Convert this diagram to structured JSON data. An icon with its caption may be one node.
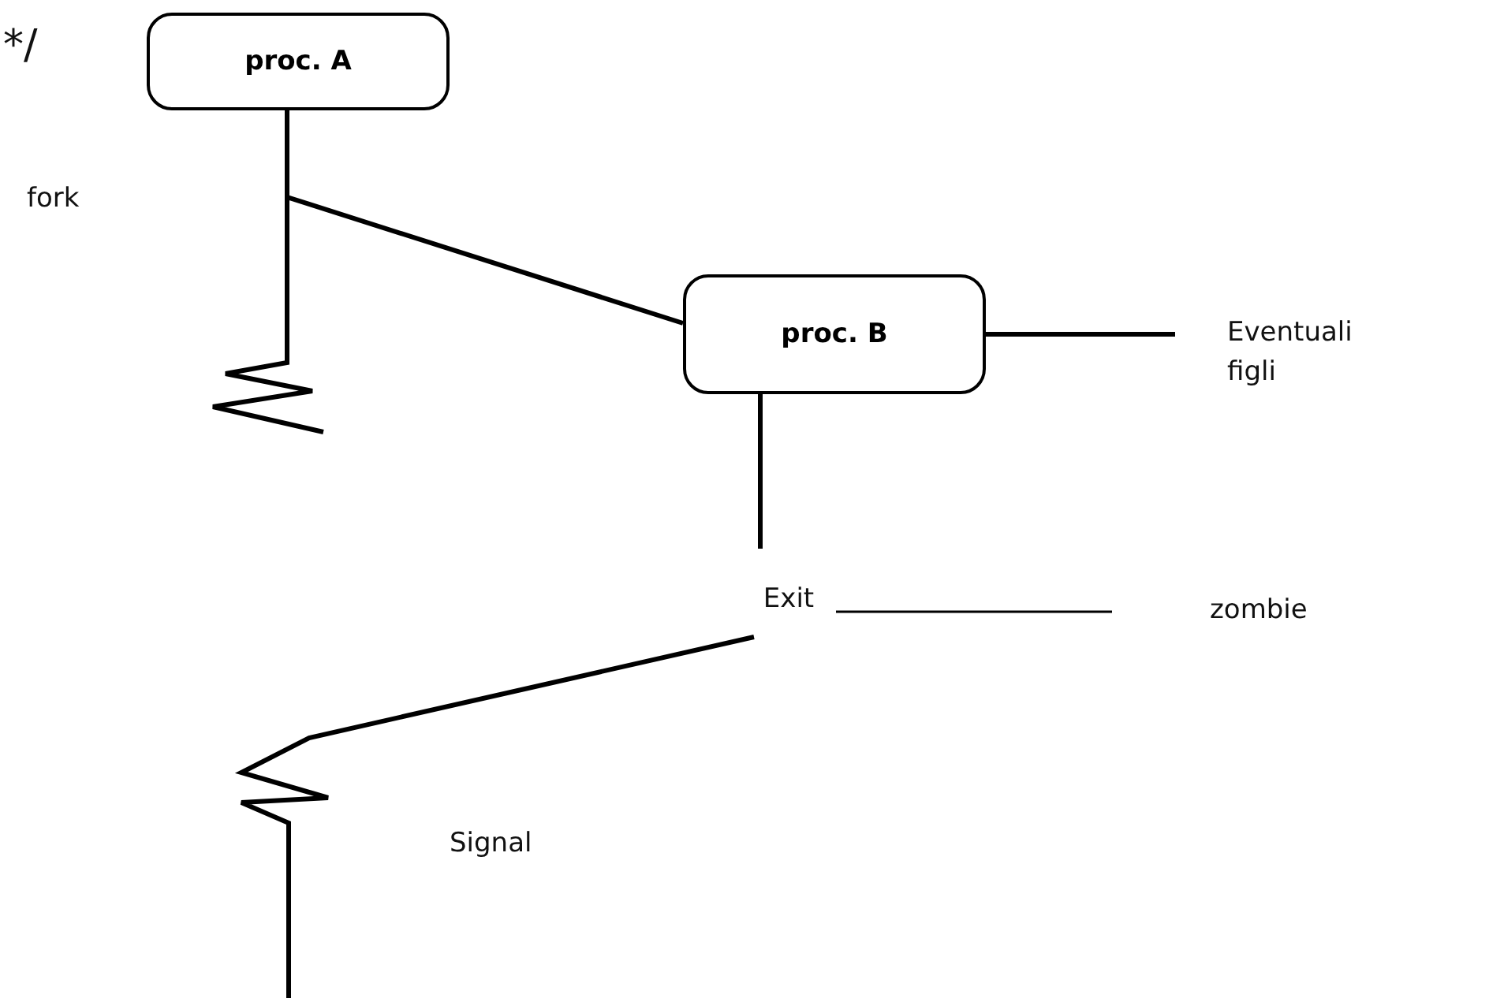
{
  "diagram": {
    "nodes": [
      {
        "text": [
          "proc. A"
        ]
      },
      {
        "text": [
          "proc. B"
        ]
      },
      {
        "text": [
          "Eventuali figli"
        ]
      },
      {
        "text": [
          "Exit"
        ]
      },
      {
        "text": [
          "zombie"
        ]
      }
    ],
    "edges": [
      {
        "from": 0,
        "to": 1,
        "arrow": "none"
      },
      {
        "from": 0,
        "to": null,
        "arrow": "none"
      },
      {
        "from": 1,
        "to": 2,
        "arrow": "none"
      },
      {
        "from": 1,
        "to": 3,
        "arrow": "none"
      },
      {
        "from": 3,
        "to": 4,
        "arrow": "none"
      },
      {
        "from": 3,
        "to": null,
        "arrow": "none"
      }
    ],
    "labels": [
      "*/",
      "fork",
      "Signal"
    ]
  }
}
